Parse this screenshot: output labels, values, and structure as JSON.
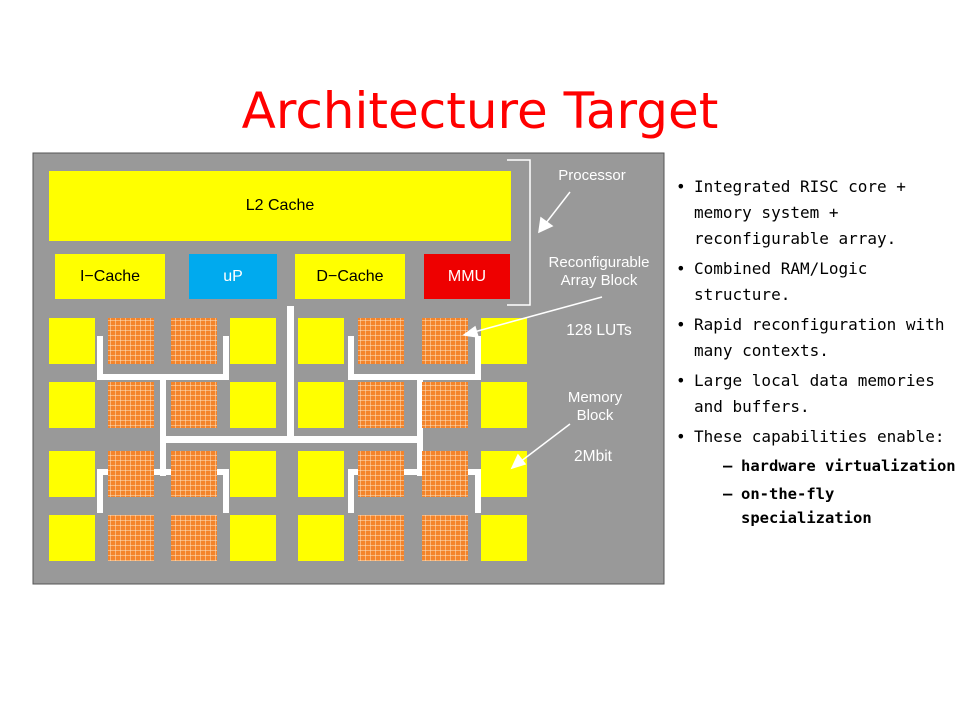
{
  "slide": {
    "title": "Architecture Target"
  },
  "chip": {
    "blocks": {
      "l2_cache": "L2 Cache",
      "i_cache": "I−Cache",
      "up": "uP",
      "d_cache": "D−Cache",
      "mmu": "MMU"
    },
    "annotations": {
      "processor": "Processor",
      "reconfigurable_line1": "Reconfigurable",
      "reconfigurable_line2": "Array Block",
      "luts": "128 LUTs",
      "memory_line1": "Memory",
      "memory_line2": "Block",
      "mbit": "2Mbit"
    },
    "colors": {
      "background": "#999999",
      "memory_block": "#ffff00",
      "lut_array": "#f4842a",
      "l2_cache": "#ffff00",
      "up": "#00aaee",
      "mmu": "#ee0000",
      "title": "#ff0000"
    }
  },
  "bullets": {
    "items": [
      "Integrated RISC core + memory system + reconfigurable array.",
      "Combined RAM/Logic structure.",
      "Rapid reconfiguration with many contexts.",
      "Large local data memories and buffers.",
      "These capabilities enable:"
    ],
    "sub_items": [
      "hardware virtualization",
      "on-the-fly specialization"
    ]
  }
}
